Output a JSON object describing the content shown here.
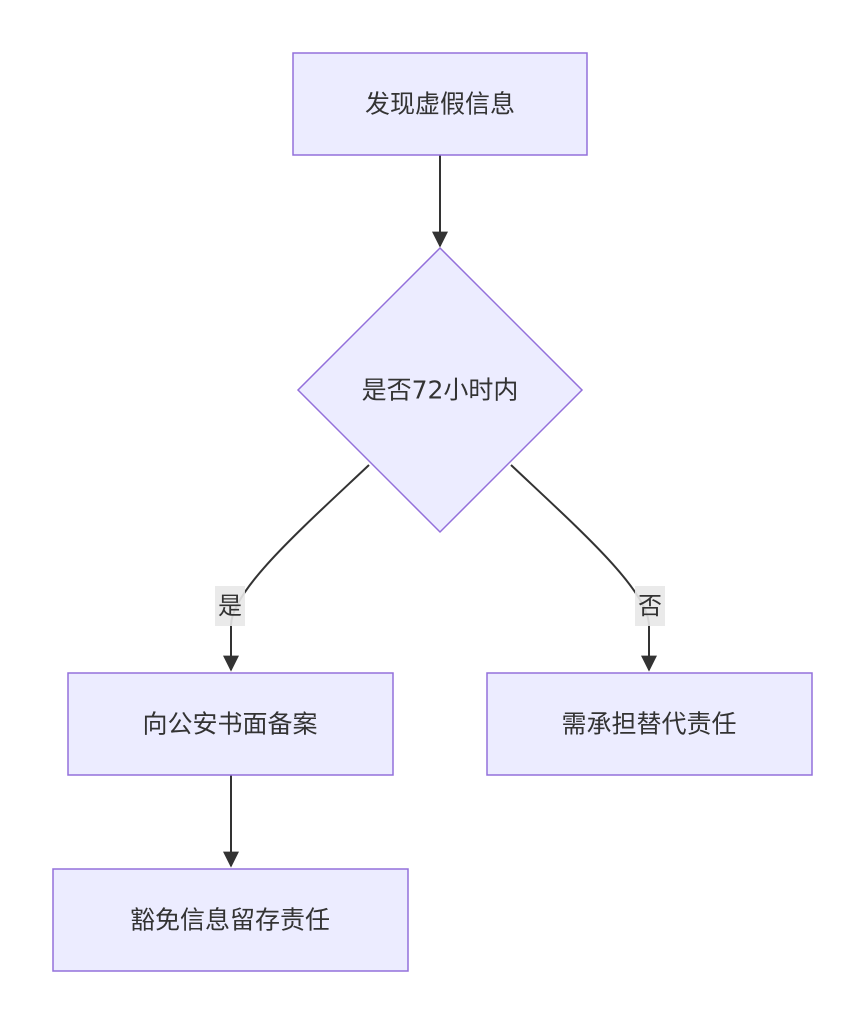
{
  "diagram": {
    "type": "flowchart",
    "nodes": {
      "discover": "发现虚假信息",
      "decision": "是否72小时内",
      "report": "向公安书面备案",
      "liable": "需承担替代责任",
      "exempt": "豁免信息留存责任"
    },
    "edges": {
      "yes_label": "是",
      "no_label": "否"
    },
    "colors": {
      "node_fill": "#ececff",
      "node_stroke": "#9370db",
      "edge": "#333333",
      "label_bg": "#e8e8e8",
      "text": "#333333"
    }
  }
}
